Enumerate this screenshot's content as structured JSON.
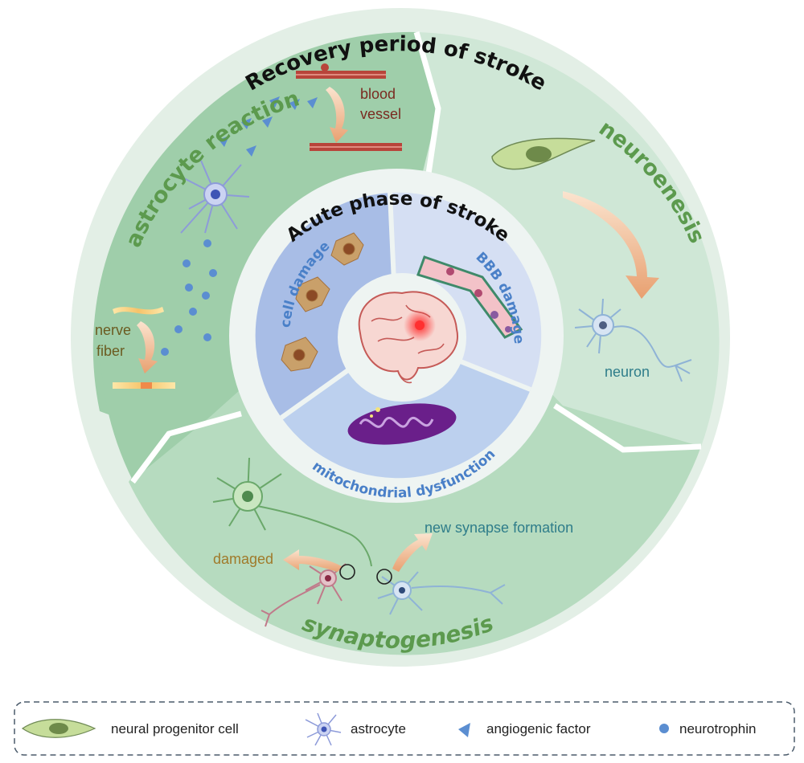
{
  "recovery_title": "Recovery period of stroke",
  "acute_title": "Acute phase of stroke",
  "sectors": {
    "astrocyte_reaction": "astrocyte reaction",
    "neuroenesis": "neuroenesis",
    "synaptogenesis": "synaptogenesis"
  },
  "inner_sectors": {
    "cell_damage": "cell damage",
    "bbb_damage": "BBB damage",
    "mitochondrial_dysfunction": "mitochondrial dysfunction"
  },
  "labels": {
    "blood_vessel_1": "blood",
    "blood_vessel_2": "vessel",
    "nerve_fiber_1": "nerve",
    "nerve_fiber_2": "fiber",
    "neuron": "neuron",
    "new_synapse_formation": "new synapse formation",
    "damaged": "damaged"
  },
  "legend": {
    "neural_progenitor_cell": "neural progenitor cell",
    "astrocyte": "astrocyte",
    "angiogenic_factor": "angiogenic factor",
    "neurotrophin": "neurotrophin"
  },
  "colors": {
    "outer_ring": "#e3efe6",
    "astro_sector": "#9fceaa",
    "neuro_sector": "#cfe7d6",
    "synapto_sector": "#b6dbbf",
    "sector_text": "#5c9a4e",
    "inner_text": "#4a80c8",
    "title_text": "#111111"
  }
}
